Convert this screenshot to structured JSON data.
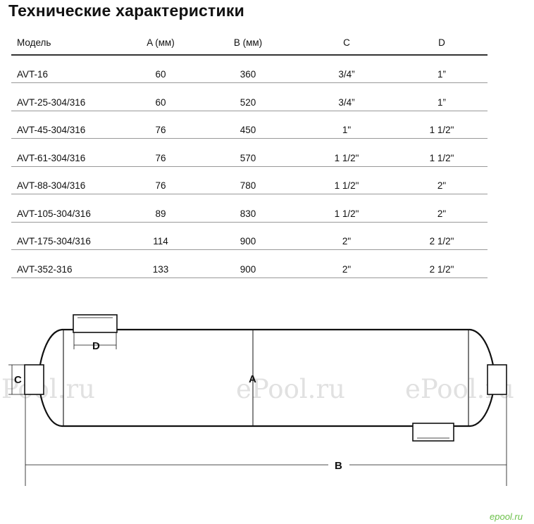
{
  "title": "Технические характеристики",
  "table": {
    "headers": [
      "Модель",
      "A (мм)",
      "B (мм)",
      "C",
      "D"
    ],
    "rows": [
      [
        "AVT-16",
        "60",
        "360",
        "3/4”",
        "1”"
      ],
      [
        "AVT-25-304/316",
        "60",
        "520",
        "3/4”",
        "1”"
      ],
      [
        "AVT-45-304/316",
        "76",
        "450",
        "1\"",
        "1 1/2\""
      ],
      [
        "AVT-61-304/316",
        "76",
        "570",
        "1 1/2\"",
        "1 1/2\""
      ],
      [
        "AVT-88-304/316",
        "76",
        "780",
        "1 1/2\"",
        "2\""
      ],
      [
        "AVT-105-304/316",
        "89",
        "830",
        "1 1/2\"",
        "2\""
      ],
      [
        "AVT-175-304/316",
        "114",
        "900",
        "2\"",
        "2 1/2\""
      ],
      [
        "AVT-352-316",
        "133",
        "900",
        "2\"",
        "2 1/2\""
      ]
    ]
  },
  "diagram": {
    "labels": {
      "a": "A",
      "b": "B",
      "c": "C",
      "d": "D"
    },
    "watermark": "ePool.ru",
    "logo": "epool.ru"
  }
}
